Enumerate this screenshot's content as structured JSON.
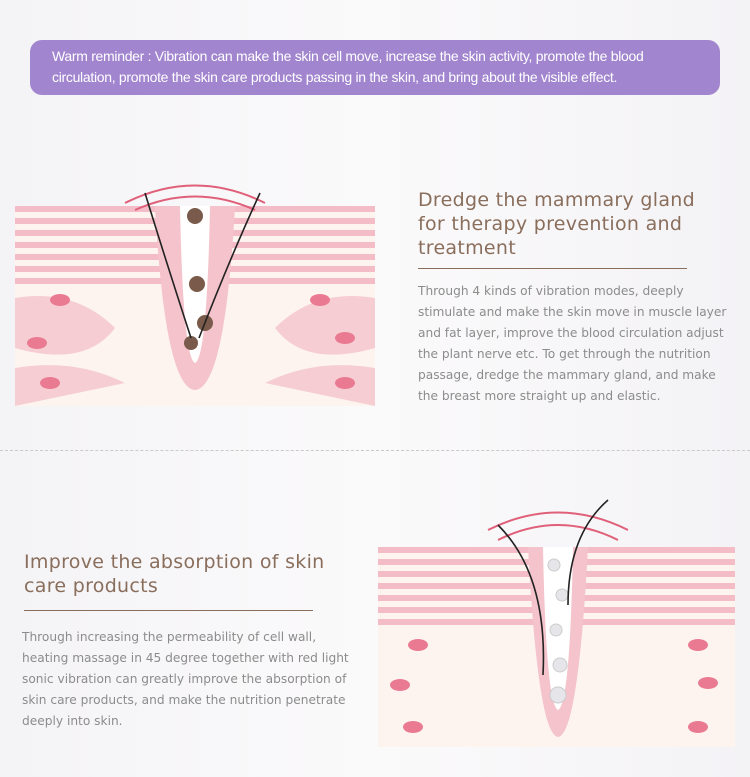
{
  "reminder": "Warm reminder : Vibration can make the skin cell move, increase the skin activity, promote the blood circulation, promote the skin care products passing in the skin, and bring about the visible effect.",
  "section1": {
    "title": "Dredge the mammary gland for therapy prevention and treatment",
    "body": "Through 4 kinds of vibration modes, deeply stimulate and make the skin move in muscle layer and fat layer, improve the blood circulation adjust the plant nerve etc. To get through the nutrition passage, dredge the mammary gland, and make the breast more straight up and elastic."
  },
  "section2": {
    "title": "Improve the absorption of skin care products",
    "body": "Through increasing the permeability of cell wall, heating massage in 45 degree together with red light sonic vibration can greatly improve the absorption of skin care products, and make the nutrition penetrate deeply into skin."
  },
  "colors": {
    "banner": "#a285cf",
    "title": "#8a6e5c",
    "skin": "#f2b9c4"
  }
}
